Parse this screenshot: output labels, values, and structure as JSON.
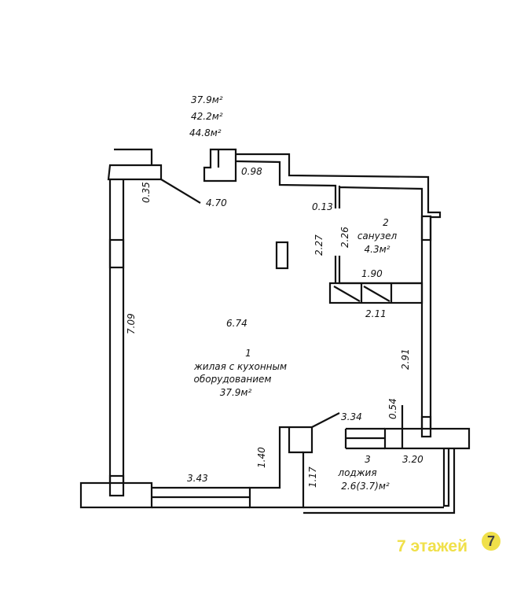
{
  "areas": {
    "living": "37.9м²",
    "total": "42.2м²",
    "total_with_loggia": "44.8м²"
  },
  "dimensions": {
    "d035": "0.35",
    "d470": "4.70",
    "d098": "0.98",
    "d013": "0.13",
    "d227": "2.27",
    "d226": "2.26",
    "d190": "1.90",
    "d211": "2.11",
    "d709": "7.09",
    "d674": "6.74",
    "d291": "2.91",
    "d334": "3.34",
    "d054": "0.54",
    "d140": "1.40",
    "d117": "1.17",
    "d343": "3.43",
    "d320": "3.20"
  },
  "rooms": [
    {
      "number": "1",
      "name_line1": "жилая с кухонным",
      "name_line2": "оборудованием",
      "area": "37.9м²"
    },
    {
      "number": "2",
      "name_line1": "санузел",
      "area": "4.3м²"
    },
    {
      "number": "3",
      "name_line1": "лоджия",
      "area": "2.6(3.7)м²"
    }
  ],
  "watermark": {
    "text": "7 этажей",
    "badge": "7",
    "color": "#f0e04a"
  }
}
